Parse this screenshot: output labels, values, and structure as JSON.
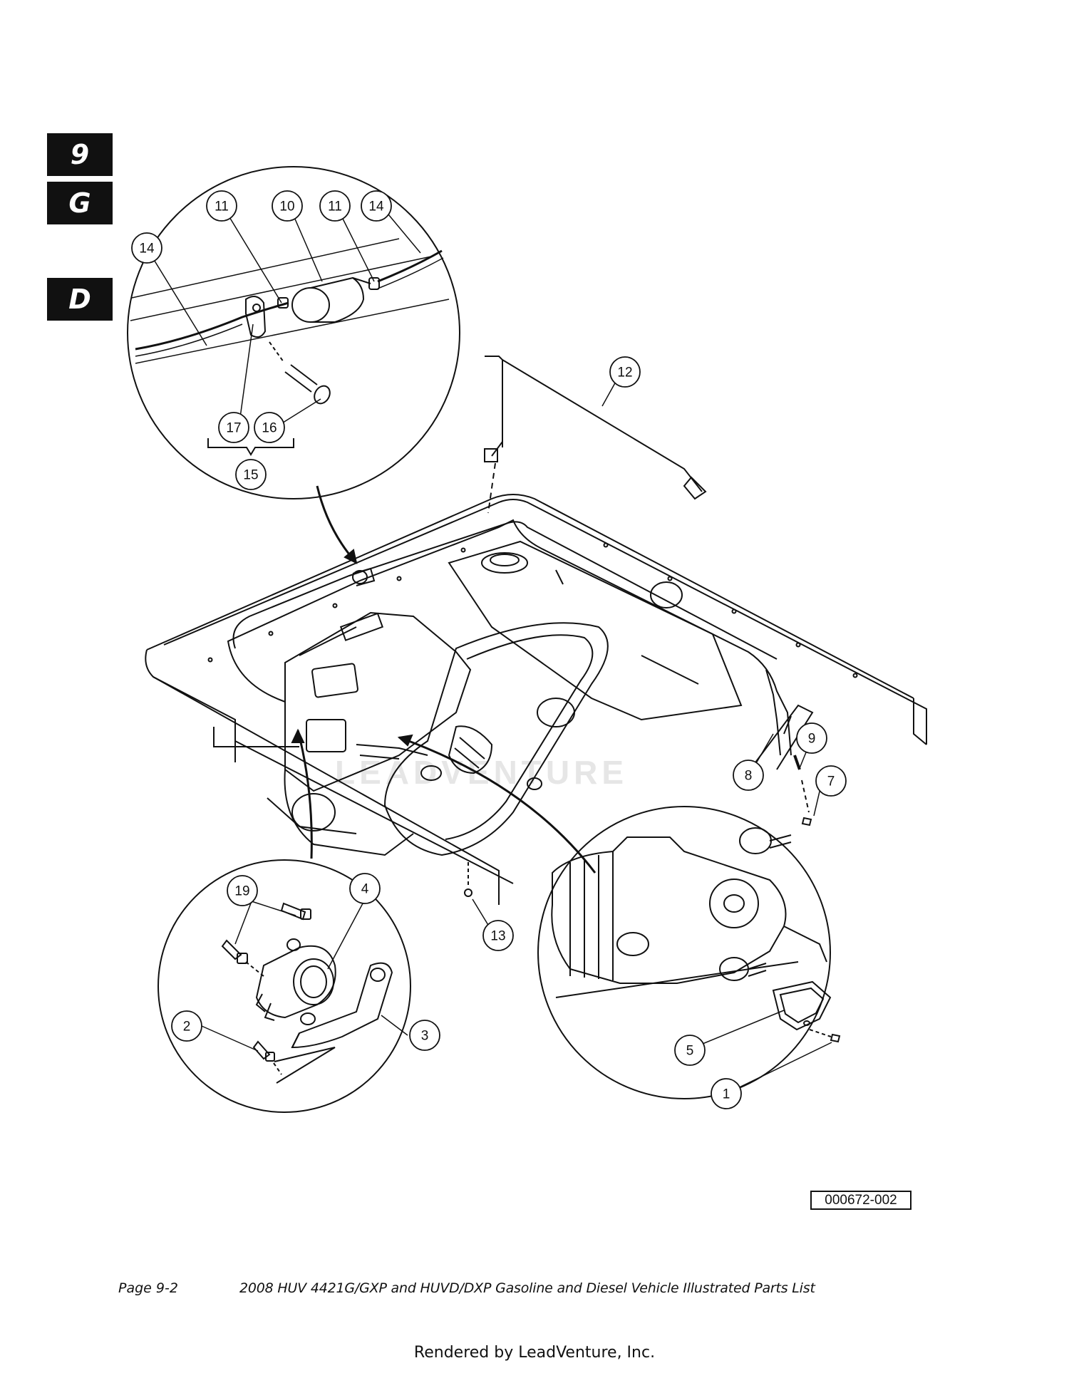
{
  "section_tabs": [
    {
      "label": "9"
    },
    {
      "label": "G"
    },
    {
      "label": "D"
    }
  ],
  "watermark": "LEADVENTURE",
  "callouts": [
    "1",
    "2",
    "3",
    "4",
    "5",
    "7",
    "8",
    "9",
    "10",
    "11",
    "12",
    "13",
    "14",
    "15",
    "16",
    "17",
    "19"
  ],
  "figure_id": "000672-002",
  "footer": {
    "page": "Page 9-2",
    "title": "2008 HUV 4421G/GXP and HUVD/DXP Gasoline and Diesel Vehicle Illustrated Parts List"
  },
  "rendered_by": "Rendered by LeadVenture, Inc."
}
